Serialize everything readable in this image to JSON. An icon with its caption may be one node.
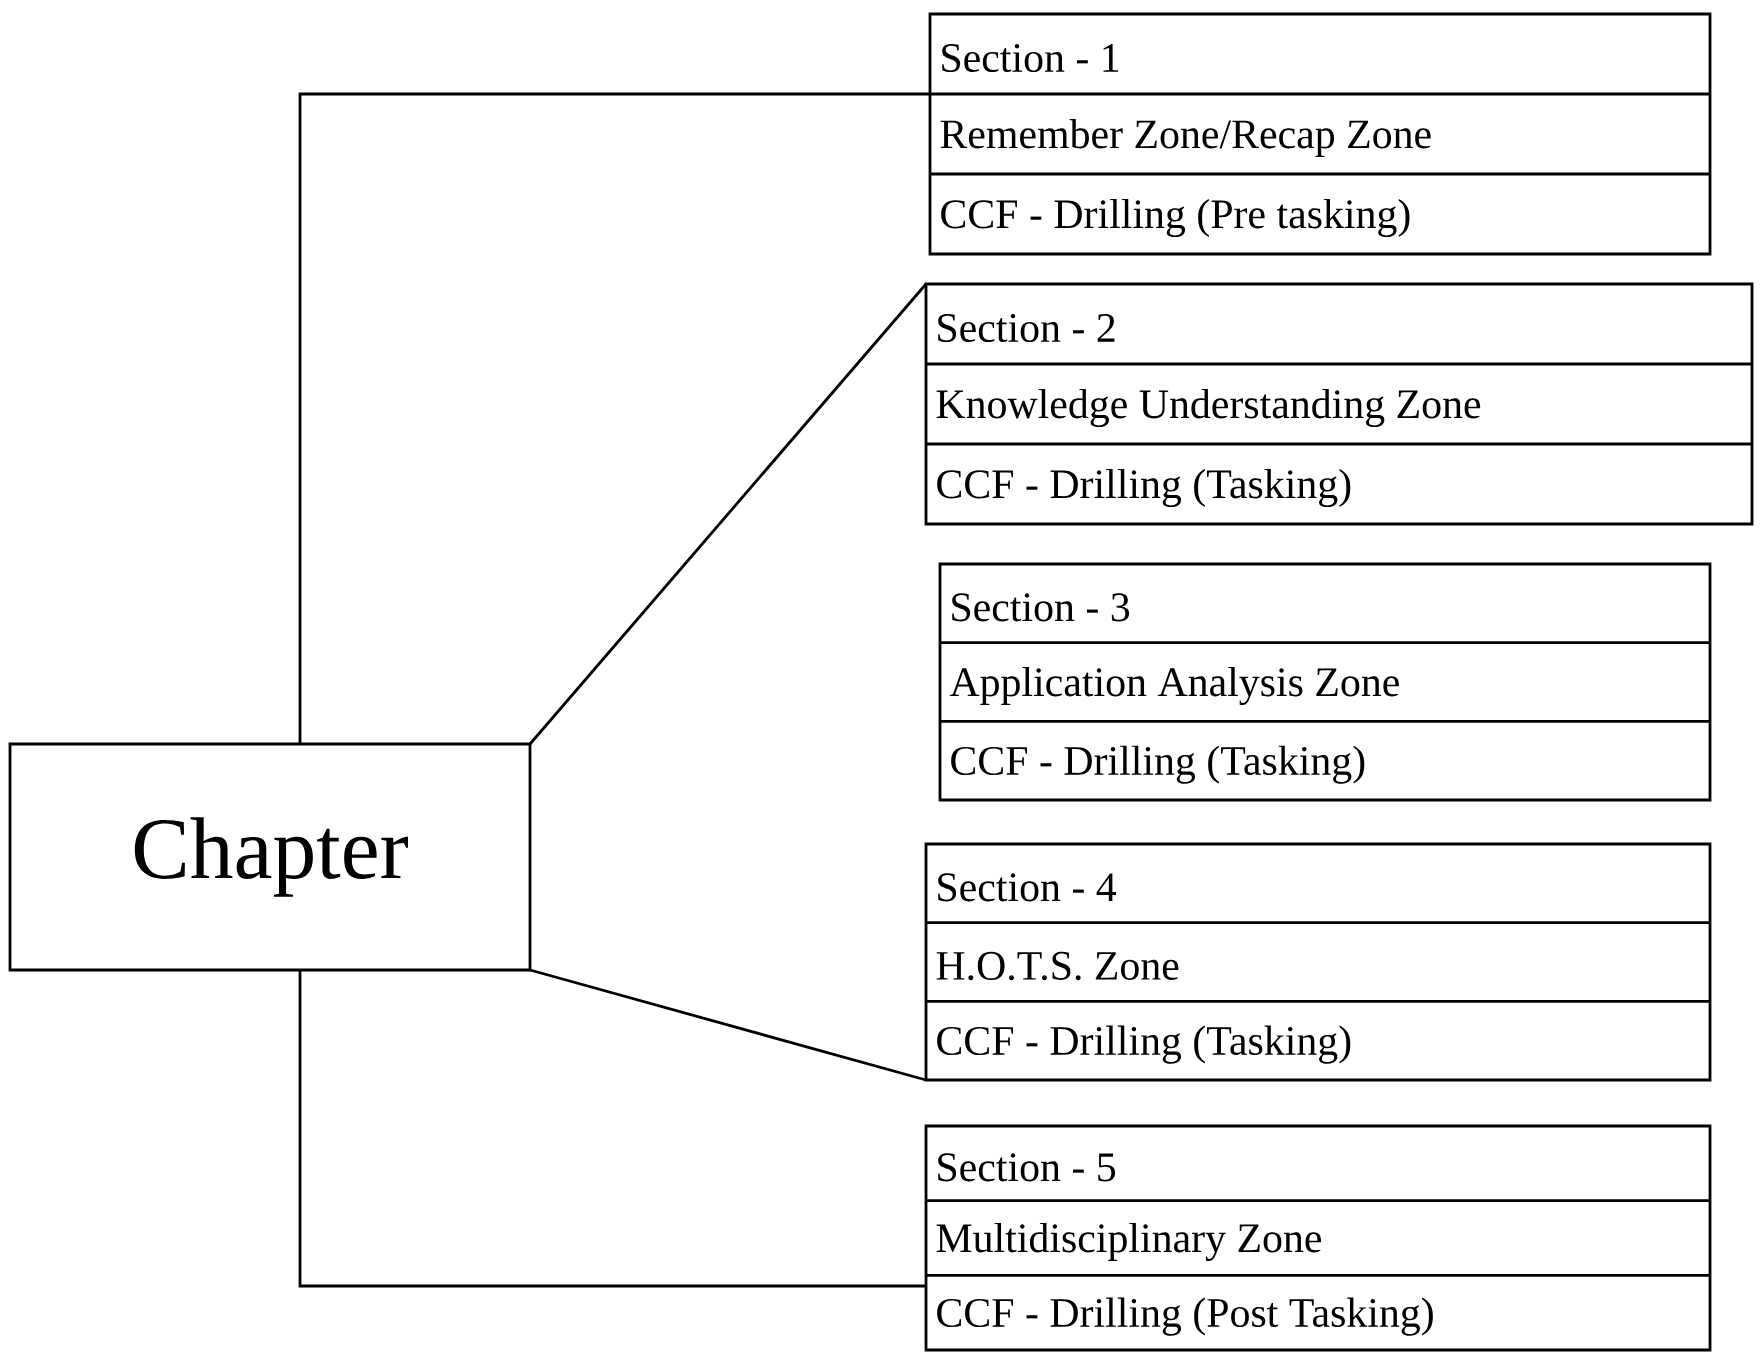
{
  "diagram": {
    "nodes": [
      {
        "text": [
          "Chapter"
        ]
      },
      {
        "text": [
          "Section - 1",
          "Remember Zone/Recap Zone",
          "CCF - Drilling (Pre tasking)"
        ]
      },
      {
        "text": [
          "Section - 2",
          "Knowledge Understanding Zone",
          "CCF - Drilling (Tasking)"
        ]
      },
      {
        "text": [
          "Section - 3",
          "Application Analysis Zone",
          "CCF - Drilling (Tasking)"
        ]
      },
      {
        "text": [
          "Section - 4",
          "H.O.T.S. Zone",
          "CCF - Drilling (Tasking)"
        ]
      },
      {
        "text": [
          "Section - 5",
          "Multidisciplinary Zone",
          "CCF - Drilling (Post Tasking)"
        ]
      }
    ],
    "edges": [
      {
        "from": 0,
        "to": 1,
        "arrow": "none"
      },
      {
        "from": 0,
        "to": 2,
        "arrow": "none"
      },
      {
        "from": 0,
        "to": 4,
        "arrow": "none"
      },
      {
        "from": 0,
        "to": 5,
        "arrow": "none"
      }
    ]
  }
}
